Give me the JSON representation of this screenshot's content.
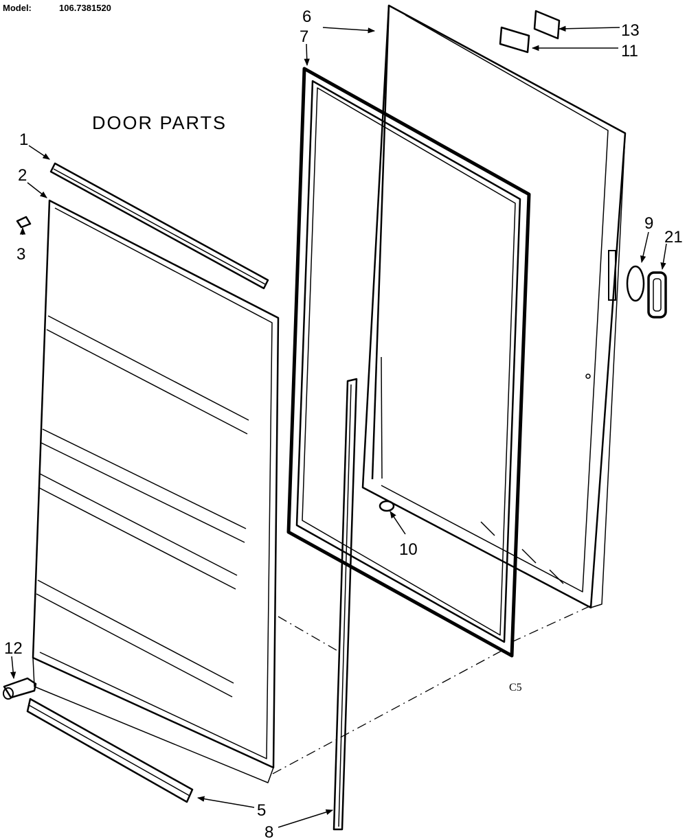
{
  "header": {
    "model_label": "Model:",
    "model_number": "106.7381520"
  },
  "title": "DOOR PARTS",
  "diagram_code": "C5",
  "callouts": {
    "p1": "1",
    "p2": "2",
    "p3": "3",
    "p5": "5",
    "p6": "6",
    "p7": "7",
    "p8": "8",
    "p9": "9",
    "p10": "10",
    "p11": "11",
    "p12": "12",
    "p13": "13",
    "p21": "21"
  }
}
